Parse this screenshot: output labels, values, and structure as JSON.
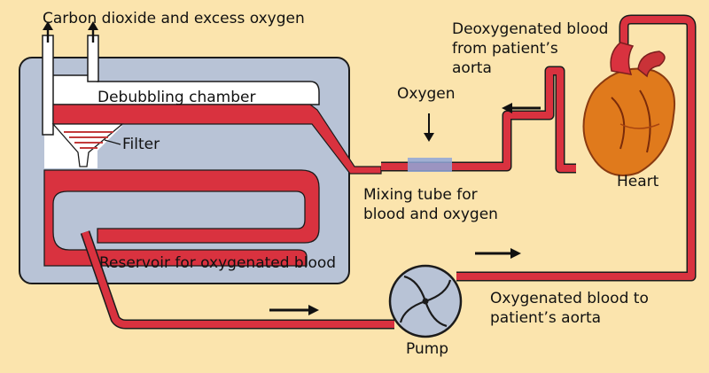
{
  "diagram": {
    "labels": {
      "exhaust": "Carbon dioxide and excess oxygen",
      "debubbling": "Debubbling chamber",
      "filter": "Filter",
      "reservoir": "Reservoir for  oxygenated blood",
      "oxygen": "Oxygen",
      "mixing_line1": "Mixing tube for",
      "mixing_line2": "blood and oxygen",
      "deoxy_line1": "Deoxygenated blood",
      "deoxy_line2": "from patient’s",
      "deoxy_line3": "aorta",
      "heart": "Heart",
      "oxy_line1": "Oxygenated blood to",
      "oxy_line2": "patient’s aorta",
      "pump": "Pump"
    },
    "colors": {
      "background": "#fbe4ad",
      "chamber": "#b8c3d6",
      "blood": "#d9323f",
      "heart": "#e07a1c"
    },
    "icons": [
      "flow-arrow-icon",
      "pump-icon",
      "heart-icon",
      "filter-icon"
    ]
  }
}
